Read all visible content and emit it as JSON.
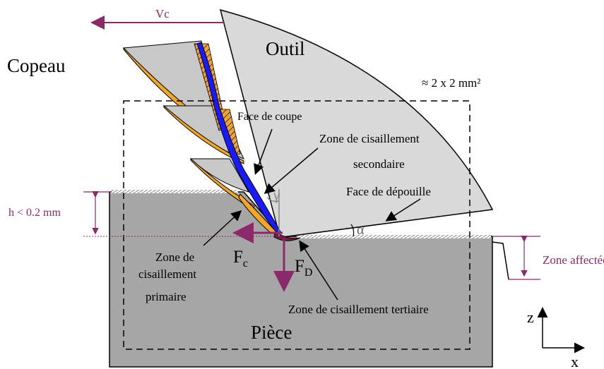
{
  "labels": {
    "vc": "Vc",
    "outil": "Outil",
    "copeau": "Copeau",
    "area": "≈ 2 x 2 mm²",
    "face_coupe": "Face de coupe",
    "zone_secondaire_1": "Zone de cisaillement",
    "zone_secondaire_2": "secondaire",
    "face_depouille": "Face de dépouille",
    "gamma": "γ",
    "alpha": "α",
    "h": "h < 0.2 mm",
    "zone_primaire_1": "Zone de",
    "zone_primaire_2": "cisaillement",
    "zone_primaire_3": "primaire",
    "fc_main": "F",
    "fc_sub": "c",
    "fd_main": "F",
    "fd_sub": "D",
    "zone_affectee": "Zone affectée",
    "zone_tertiaire": "Zone de cisaillement tertiaire",
    "piece": "Pièce",
    "axis_z": "z",
    "axis_x": "x"
  },
  "colors": {
    "tool": "#d9d9d9",
    "workpiece": "#a6a6a6",
    "chip": "#c8c8c8",
    "shear_orange": "#f5a623",
    "rake_blue": "#1a1aff",
    "annotation": "#8b2a6b",
    "outline": "#000000"
  }
}
